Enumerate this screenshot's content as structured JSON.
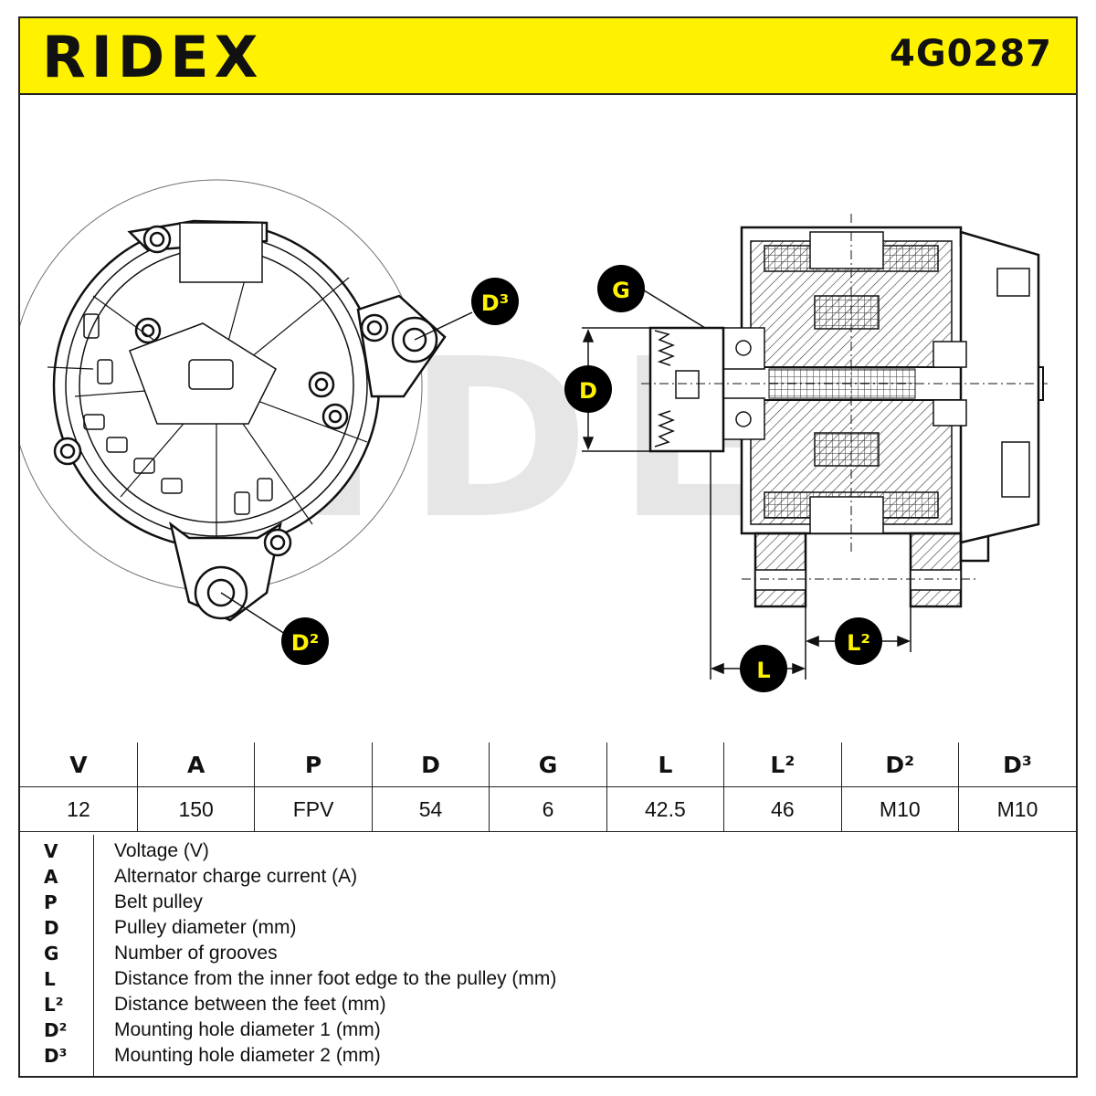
{
  "header": {
    "brand": "RIDEX",
    "part_number": "4G0287"
  },
  "drawing": {
    "labels": {
      "g": "G",
      "d": "D",
      "d3": "D³",
      "d2": "D²",
      "l": "L",
      "l2": "L²"
    },
    "watermark": "RIDEX"
  },
  "specs": {
    "columns": [
      "V",
      "A",
      "P",
      "D",
      "G",
      "L",
      "L²",
      "D²",
      "D³"
    ],
    "values": [
      "12",
      "150",
      "FPV",
      "54",
      "6",
      "42.5",
      "46",
      "M10",
      "M10"
    ]
  },
  "legend": {
    "items": [
      {
        "symbol": "V",
        "description": "Voltage (V)"
      },
      {
        "symbol": "A",
        "description": "Alternator charge current (A)"
      },
      {
        "symbol": "P",
        "description": "Belt pulley"
      },
      {
        "symbol": "D",
        "description": "Pulley diameter (mm)"
      },
      {
        "symbol": "G",
        "description": "Number of grooves"
      },
      {
        "symbol": "L",
        "description": "Distance from the inner foot edge to the pulley (mm)"
      },
      {
        "symbol": "L²",
        "description": "Distance between the feet (mm)"
      },
      {
        "symbol": "D²",
        "description": "Mounting hole diameter 1 (mm)"
      },
      {
        "symbol": "D³",
        "description": "Mounting hole diameter 2 (mm)"
      }
    ]
  },
  "colors": {
    "brand_yellow": "#fff200",
    "ink": "#111111",
    "watermark": "#e6e6e6"
  }
}
